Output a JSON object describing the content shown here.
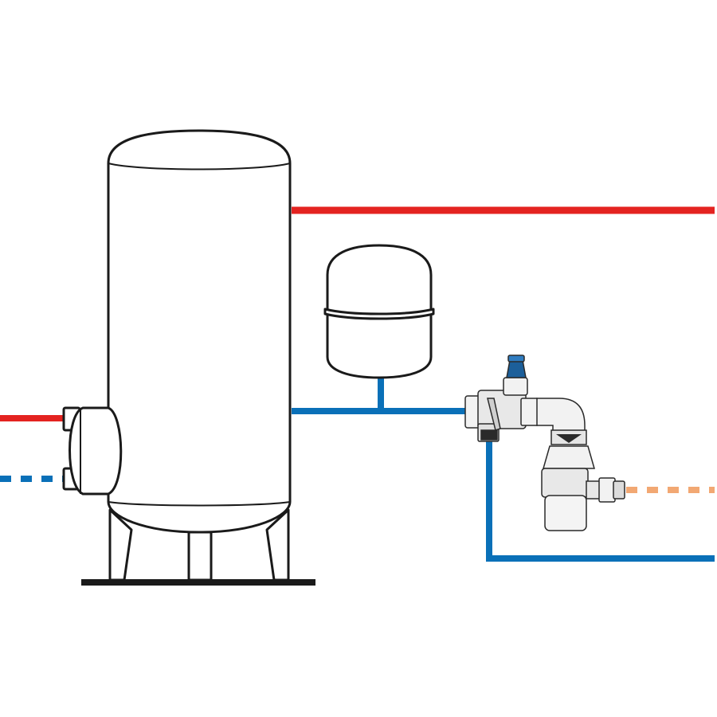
{
  "diagram": {
    "colors": {
      "hot": "#e42320",
      "cold": "#0a70b8",
      "drain": "#f2a873",
      "outline": "#1a1a1a",
      "background": "#ffffff",
      "valve_cap": "#1c5f9a",
      "metal_light": "#f2f2f2",
      "metal_shade": "#c9c9c9"
    },
    "components": {
      "tank": "storage-tank",
      "heat_exchanger": "side-heating-flange",
      "expansion_vessel": "expansion-vessel",
      "safety_group": "safety-valve-group",
      "siphon": "drain-siphon",
      "base": "floor-base"
    },
    "pipes": {
      "hot_outlet": "hot",
      "cold_supply": "cold",
      "cold_inlet_branch": "cold",
      "coil_flow": "hot",
      "coil_return": "cold",
      "siphon_drain": "drain"
    }
  }
}
